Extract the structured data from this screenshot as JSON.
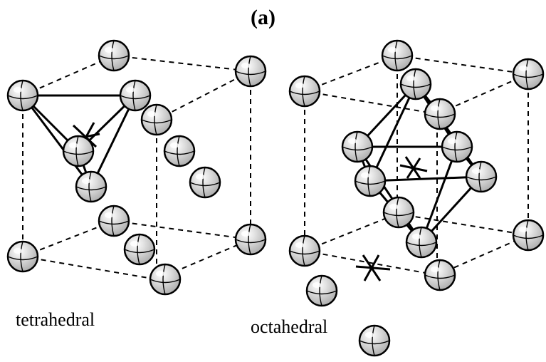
{
  "diagram": {
    "panel_title": "(a)",
    "left_structure": {
      "label": "tetrahedral"
    },
    "right_structure": {
      "label": "octahedral"
    },
    "colors": {
      "atom_fill": "#c4c4c4",
      "atom_outline": "#000000",
      "highlight": "#ffffff",
      "line": "#000000",
      "background": "#ffffff"
    }
  }
}
